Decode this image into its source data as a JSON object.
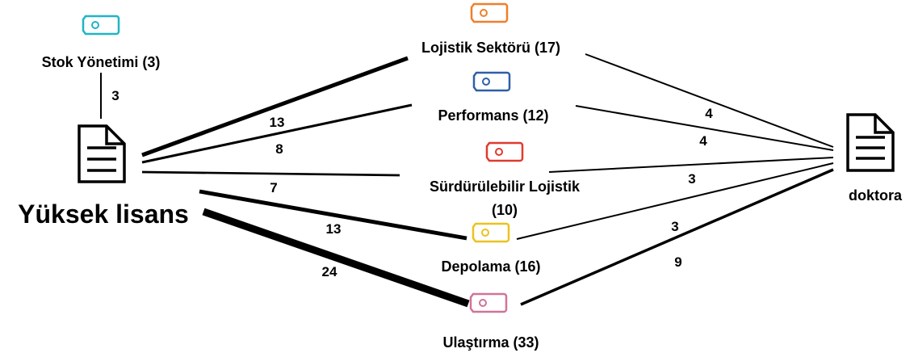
{
  "documents": [
    {
      "id": "yuksek",
      "label": "Yüksek lisans"
    },
    {
      "id": "doktora",
      "label": "doktora"
    }
  ],
  "tags": [
    {
      "id": "stok",
      "label": "Stok Yönetimi (3)",
      "color": "#1fb5c4"
    },
    {
      "id": "lojistik",
      "label": "Lojistik Sektörü (17)",
      "color": "#f07f2a"
    },
    {
      "id": "performans",
      "label": "Performans (12)",
      "color": "#2f5fa8"
    },
    {
      "id": "surdur",
      "label_line1": "Sürdürülebilir Lojistik",
      "label_line2": "(10)",
      "color": "#e03a2e"
    },
    {
      "id": "depolama",
      "label": "Depolama (16)",
      "color": "#ecc21d"
    },
    {
      "id": "ulastirma",
      "label": "Ulaştırma (33)",
      "color": "#d0739a"
    }
  ],
  "edges": [
    {
      "from": "yuksek",
      "to": "stok",
      "weight": 3
    },
    {
      "from": "yuksek",
      "to": "lojistik",
      "weight": 13
    },
    {
      "from": "yuksek",
      "to": "performans",
      "weight": 8
    },
    {
      "from": "yuksek",
      "to": "surdur",
      "weight": 7
    },
    {
      "from": "yuksek",
      "to": "depolama",
      "weight": 13
    },
    {
      "from": "yuksek",
      "to": "ulastirma",
      "weight": 24
    },
    {
      "from": "doktora",
      "to": "lojistik",
      "weight": 4
    },
    {
      "from": "doktora",
      "to": "performans",
      "weight": 4
    },
    {
      "from": "doktora",
      "to": "surdur",
      "weight": 3
    },
    {
      "from": "doktora",
      "to": "depolama",
      "weight": 3
    },
    {
      "from": "doktora",
      "to": "ulastirma",
      "weight": 9
    }
  ]
}
